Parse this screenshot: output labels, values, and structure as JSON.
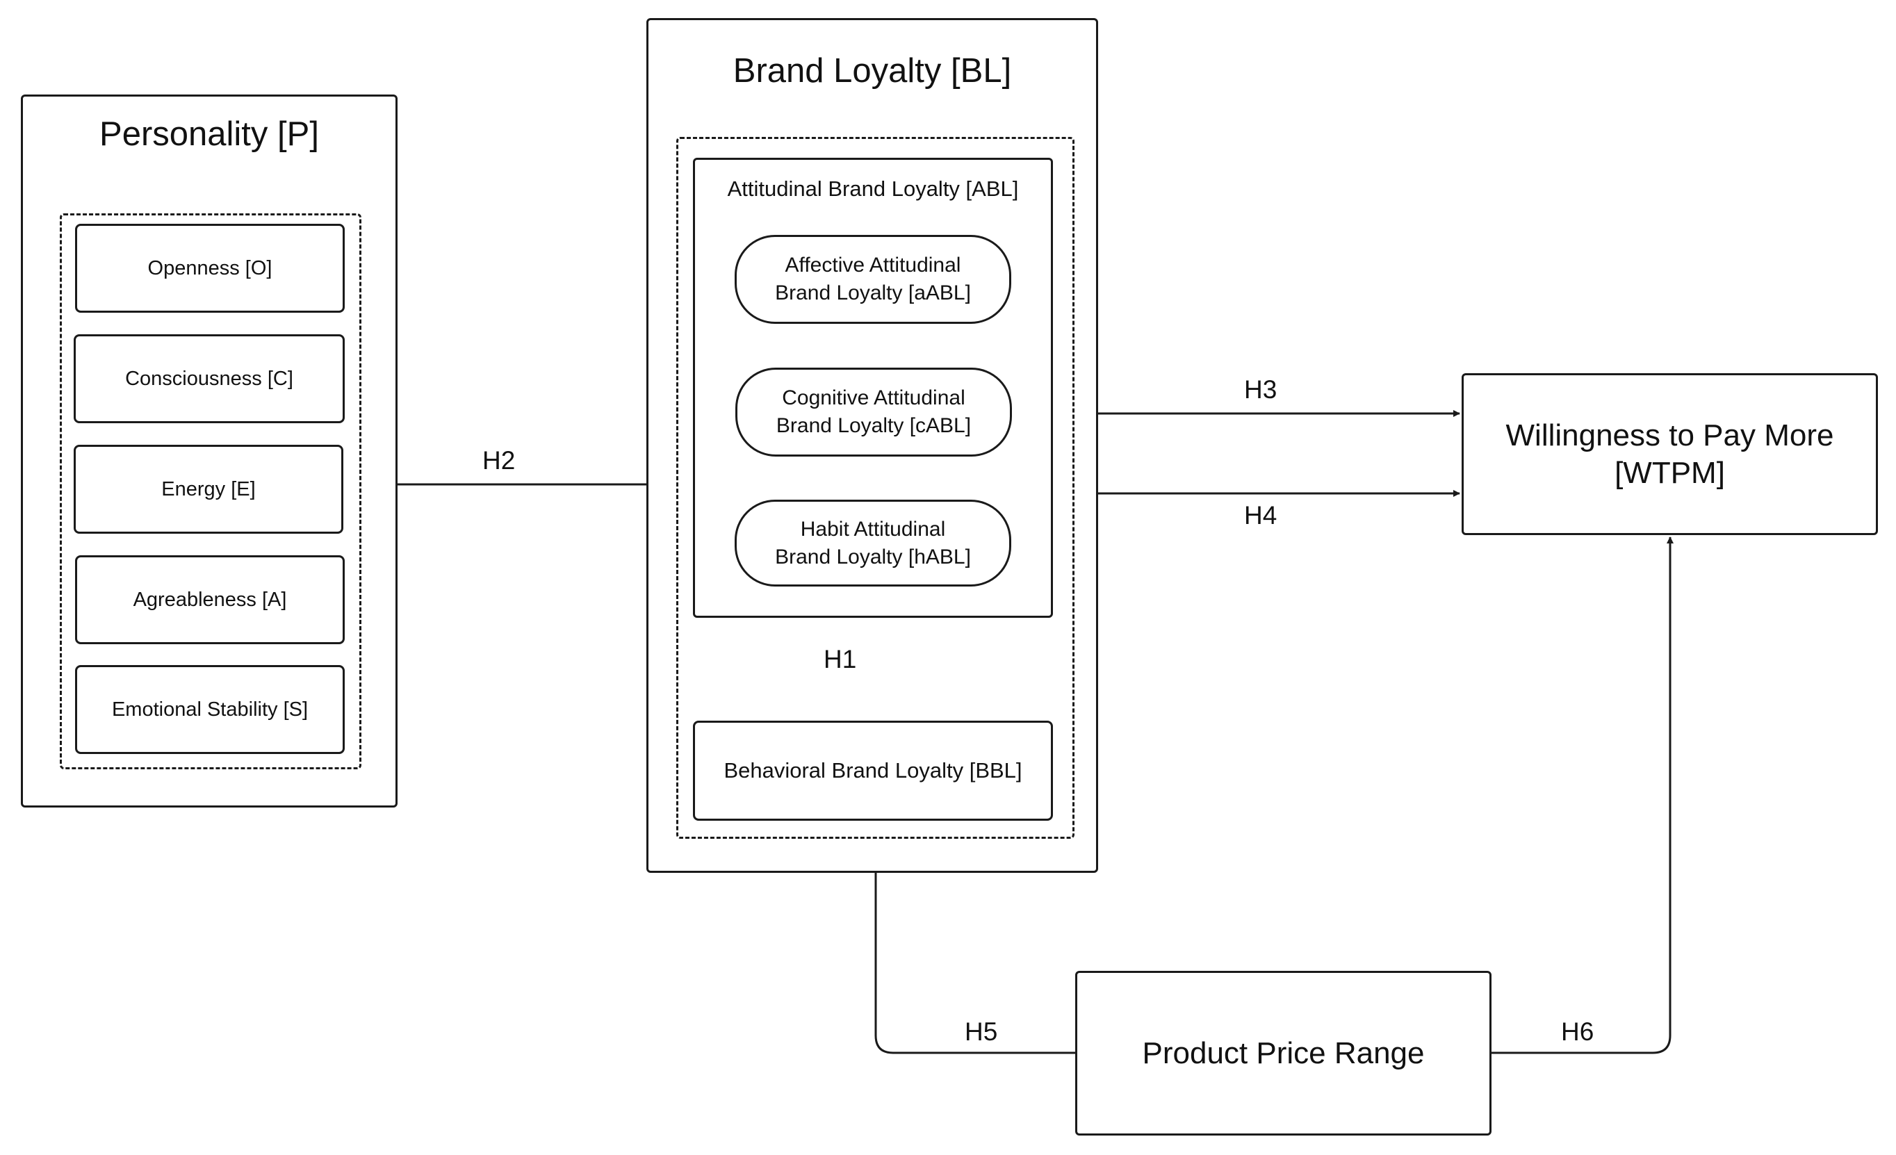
{
  "personality": {
    "title": "Personality [P]",
    "traits": [
      "Openness [O]",
      "Consciousness [C]",
      "Energy [E]",
      "Agreableness [A]",
      "Emotional Stability [S]"
    ]
  },
  "brand_loyalty": {
    "title": "Brand Loyalty [BL]",
    "attitudinal": {
      "title": "Attitudinal Brand Loyalty [ABL]",
      "components": [
        "Affective Attitudinal\nBrand Loyalty [aABL]",
        "Cognitive Attitudinal\nBrand Loyalty [cABL]",
        "Habit Attitudinal\nBrand Loyalty [hABL]"
      ]
    },
    "behavioral": "Behavioral Brand Loyalty [BBL]"
  },
  "wtpm": "Willingness to Pay More\n[WTPM]",
  "price_range": "Product Price Range",
  "hypotheses": {
    "h1": "H1",
    "h2": "H2",
    "h3": "H3",
    "h4": "H4",
    "h5": "H5",
    "h6": "H6"
  }
}
